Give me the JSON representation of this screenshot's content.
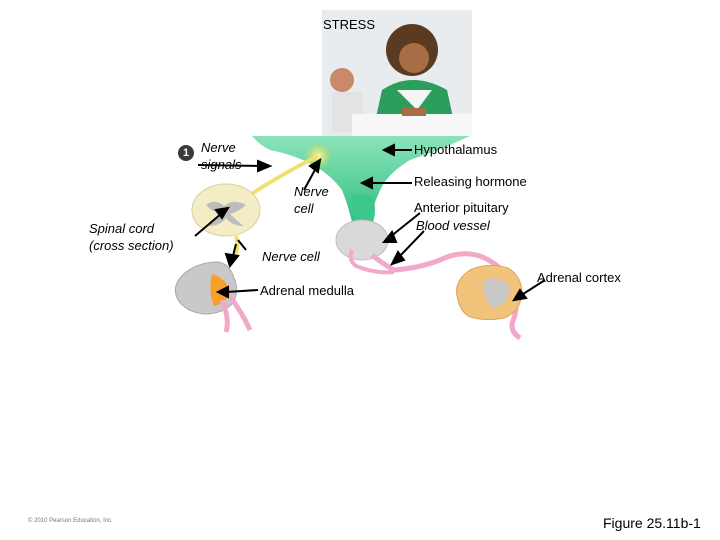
{
  "title": "STRESS",
  "step_number": "1",
  "labels": {
    "nerve_signals": "Nerve signals",
    "nerve_signals_line1": "Nerve",
    "nerve_signals_line2": "signals",
    "nerve_cell_upper_line1": "Nerve",
    "nerve_cell_upper_line2": "cell",
    "spinal_cord_line1": "Spinal cord",
    "spinal_cord_line2": "(cross section)",
    "nerve_cell_lower": "Nerve cell",
    "adrenal_medulla": "Adrenal medulla",
    "hypothalamus": "Hypothalamus",
    "releasing_hormone": "Releasing hormone",
    "anterior_pituitary": "Anterior pituitary",
    "blood_vessel": "Blood vessel",
    "adrenal_cortex": "Adrenal cortex"
  },
  "colors": {
    "hypothalamus": "#3cc88c",
    "pituitary": "#d9d9d9",
    "blood_vessel": "#f2a9c9",
    "nerve": "#f0e070",
    "adrenal_cortex": "#f2c37a",
    "adrenal_medulla": "#f5a02a",
    "spinal_cord": "#f3ecc5"
  },
  "copyright": "© 2010 Pearson Education, Inc.",
  "figure_number": "Figure 25.11b-1"
}
